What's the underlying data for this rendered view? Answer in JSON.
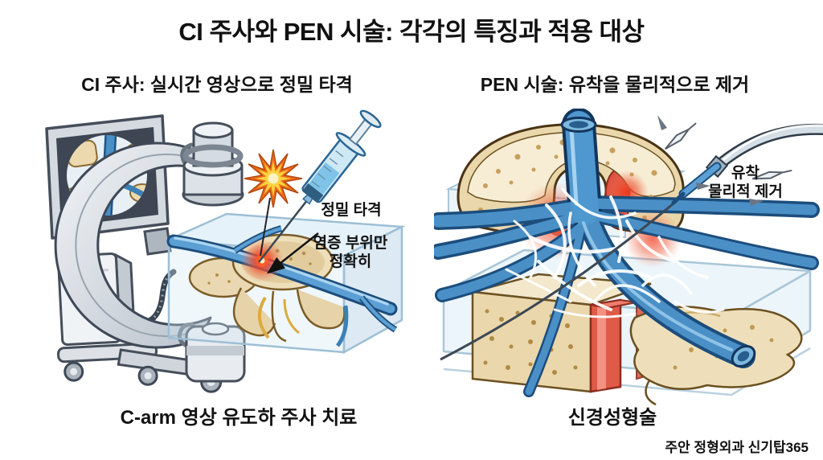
{
  "page": {
    "title": "CI 주사와 PEN 시술: 각각의 특징과 적용 대상",
    "watermark": "주안 정형외과 신기탑365",
    "background_color": "#ffffff",
    "text_color": "#111111"
  },
  "left_panel": {
    "heading": "CI 주사: 실시간 영상으로 정밀 타격",
    "caption": "C-arm 영상 유도하 주사 치료",
    "labels": {
      "precision": "정밀 타격",
      "inflammation_line1": "염증 부위만",
      "inflammation_line2": "정확히"
    },
    "illustration_name": "c-arm-fluoroscopy-guided-injection"
  },
  "right_panel": {
    "heading": "PEN 시술: 유착을 물리적으로 제거",
    "caption": "신경성형술",
    "labels": {
      "adhesion_line1": "유착",
      "adhesion_line2": "물리적 제거"
    },
    "illustration_name": "epidural-neuroplasty-catheter"
  },
  "colors": {
    "bone": "#ead7ab",
    "bone_top": "#f6edd4",
    "bone_outline": "#6b5020",
    "nerve_blue": "#4a90c7",
    "nerve_outline": "#1c4d7c",
    "inflammation_red": "#e8402c",
    "disc_red": "#e05a48",
    "starburst_orange": "#ef6c1a",
    "starburst_yellow": "#ffd23e",
    "machine_gray": "#d5dbe2",
    "machine_outline": "#454e5a",
    "glass_blue": "#cde4f0"
  }
}
